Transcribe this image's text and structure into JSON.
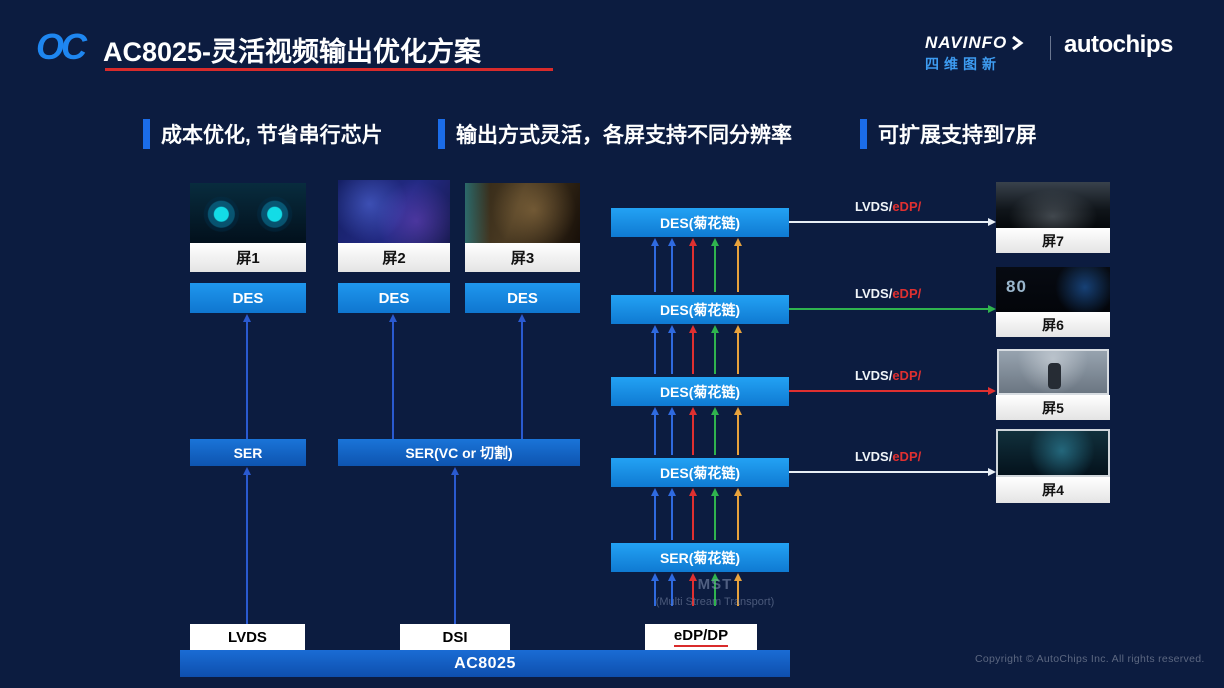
{
  "slide": {
    "bg": "#0c1c40",
    "accent_red": "#d92b2b"
  },
  "header": {
    "logo": "OC",
    "title": "AC8025-灵活视频输出优化方案",
    "navinfo": "NAVINFO",
    "navinfo_cn": "四维图新",
    "autochips": "autochips"
  },
  "bullets": [
    "成本优化, 节省串行芯片",
    "输出方式灵活，各屏支持不同分辨率",
    "可扩展支持到7屏"
  ],
  "left_screens": [
    {
      "label": "屏1",
      "des": "DES"
    },
    {
      "label": "屏2",
      "des": "DES"
    },
    {
      "label": "屏3",
      "des": "DES"
    }
  ],
  "serializers": {
    "ser1": "SER",
    "ser2": "SER(VC or 切割)"
  },
  "soc": {
    "name": "AC8025",
    "port_lvds": "LVDS",
    "port_dsi": "DSI",
    "port_edp": "eDP/DP"
  },
  "daisy_chain": {
    "des_label": "DES(菊花链)",
    "ser_label": "SER(菊花链)",
    "mst": "MST",
    "mst_full": "(Multi Stream Transport)",
    "stream_colors": [
      "#2f6ae0",
      "#2f6ae0",
      "#e03030",
      "#2fb34e",
      "#e8a23c"
    ]
  },
  "right_screens": [
    {
      "label": "屏7",
      "link_white": "LVDS/",
      "link_red": "eDP/",
      "arrow_color": "#e8eef5"
    },
    {
      "label": "屏6",
      "link_white": "LVDS/",
      "link_red": "eDP/",
      "arrow_color": "#2fb34e",
      "thumb_text": "80"
    },
    {
      "label": "屏5",
      "link_white": "LVDS/",
      "link_red": "eDP/",
      "arrow_color": "#e03030"
    },
    {
      "label": "屏4",
      "link_white": "LVDS/",
      "link_red": "eDP/",
      "arrow_color": "#e8eef5"
    }
  ],
  "footer": {
    "copyright": "Copyright © AutoChips Inc.  All rights reserved."
  }
}
